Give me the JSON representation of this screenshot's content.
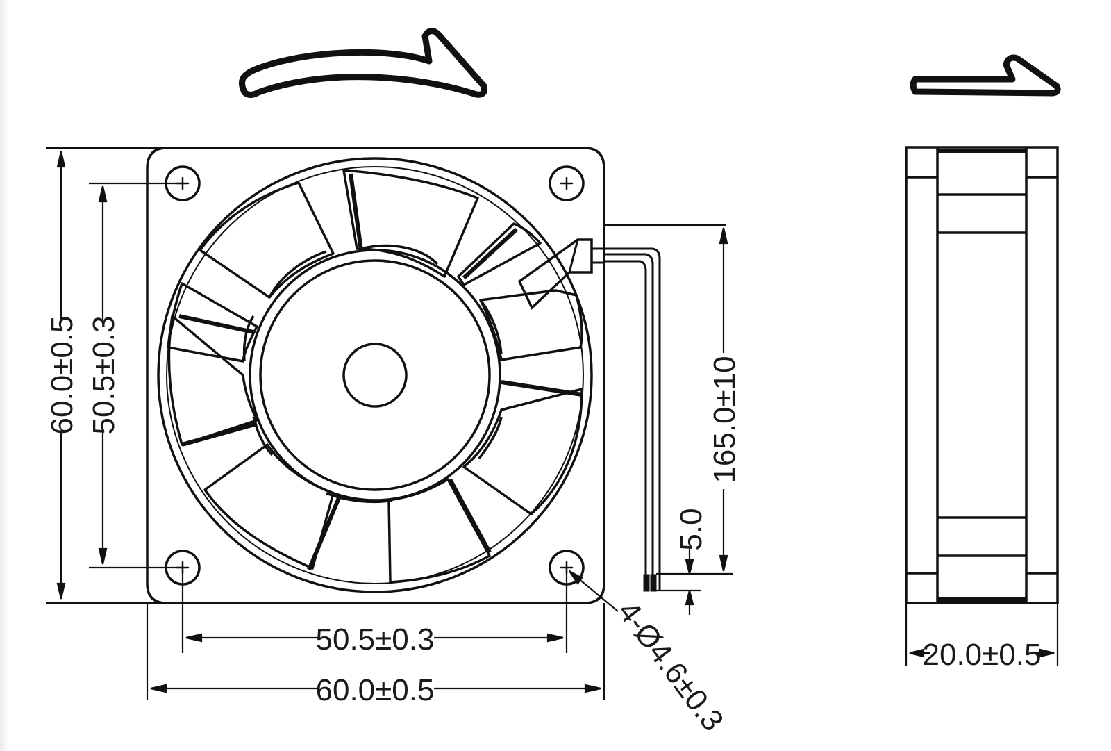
{
  "drawing": {
    "front_view": {
      "overall_width_label": "60.0±0.5",
      "overall_height_label": "60.0±0.5",
      "hole_pitch_horizontal_label": "50.5±0.3",
      "hole_pitch_vertical_label": "50.5±0.3",
      "mounting_holes_label": "4-Ø4.6±0.3",
      "lead_length_label": "165.0±10",
      "lead_strip_label": "5.0"
    },
    "side_view": {
      "depth_label": "20.0±0.5"
    },
    "colors": {
      "line": "#111111",
      "background": "#ffffff"
    }
  }
}
